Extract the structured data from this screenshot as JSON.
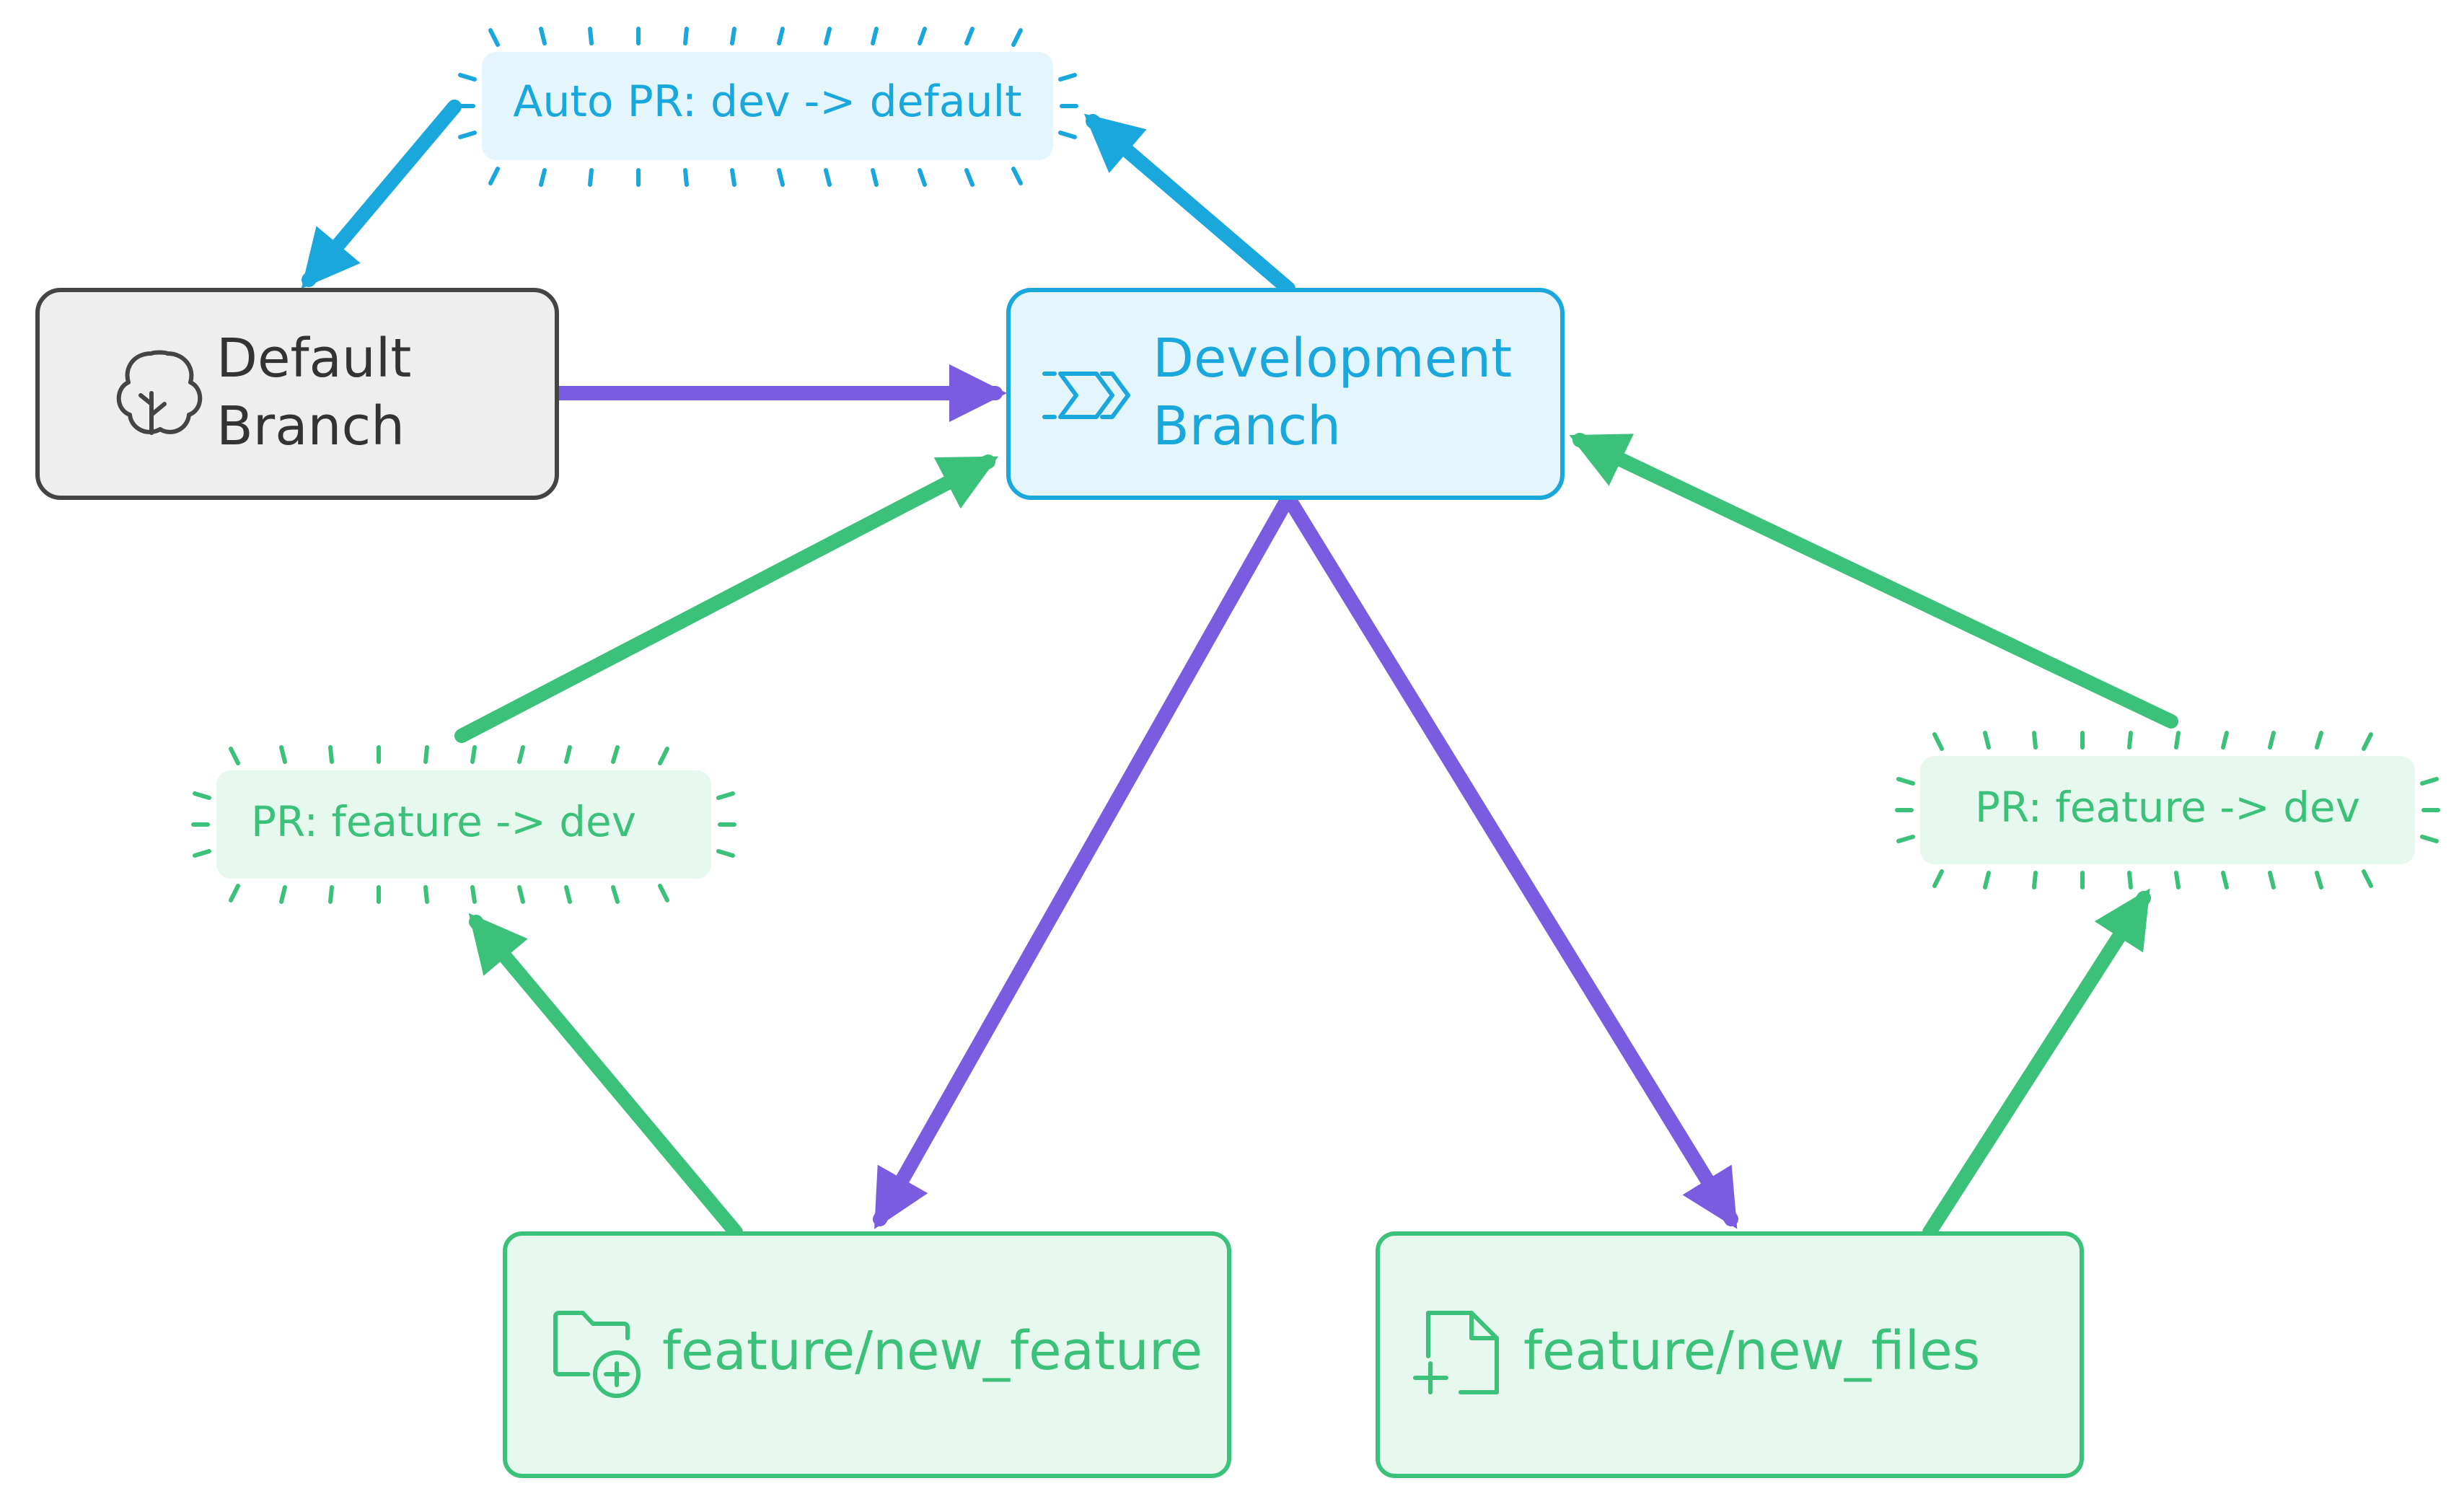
{
  "colors": {
    "blue": "#1aa7dc",
    "blue_fill": "#e4f6fc",
    "green": "#3cc17b",
    "green_fill": "#e7f8ef",
    "purple": "#7a5ce0",
    "gray_stroke": "#444444",
    "gray_fill": "#eeeeee",
    "gray_text": "#333333"
  },
  "nodes": {
    "default_branch": {
      "line1": "Default",
      "line2": "Branch",
      "icon": "tree-icon"
    },
    "development_branch": {
      "line1": "Development",
      "line2": "Branch",
      "icon": "fast-forward-chevrons-icon"
    },
    "feature_new_feature": {
      "label": "feature/new_feature",
      "icon": "folder-plus-icon"
    },
    "feature_new_files": {
      "label": "feature/new_files",
      "icon": "file-plus-icon"
    }
  },
  "edge_labels": {
    "auto_pr": "Auto PR: dev -> default",
    "pr_left": "PR: feature -> dev",
    "pr_right": "PR: feature -> dev"
  }
}
